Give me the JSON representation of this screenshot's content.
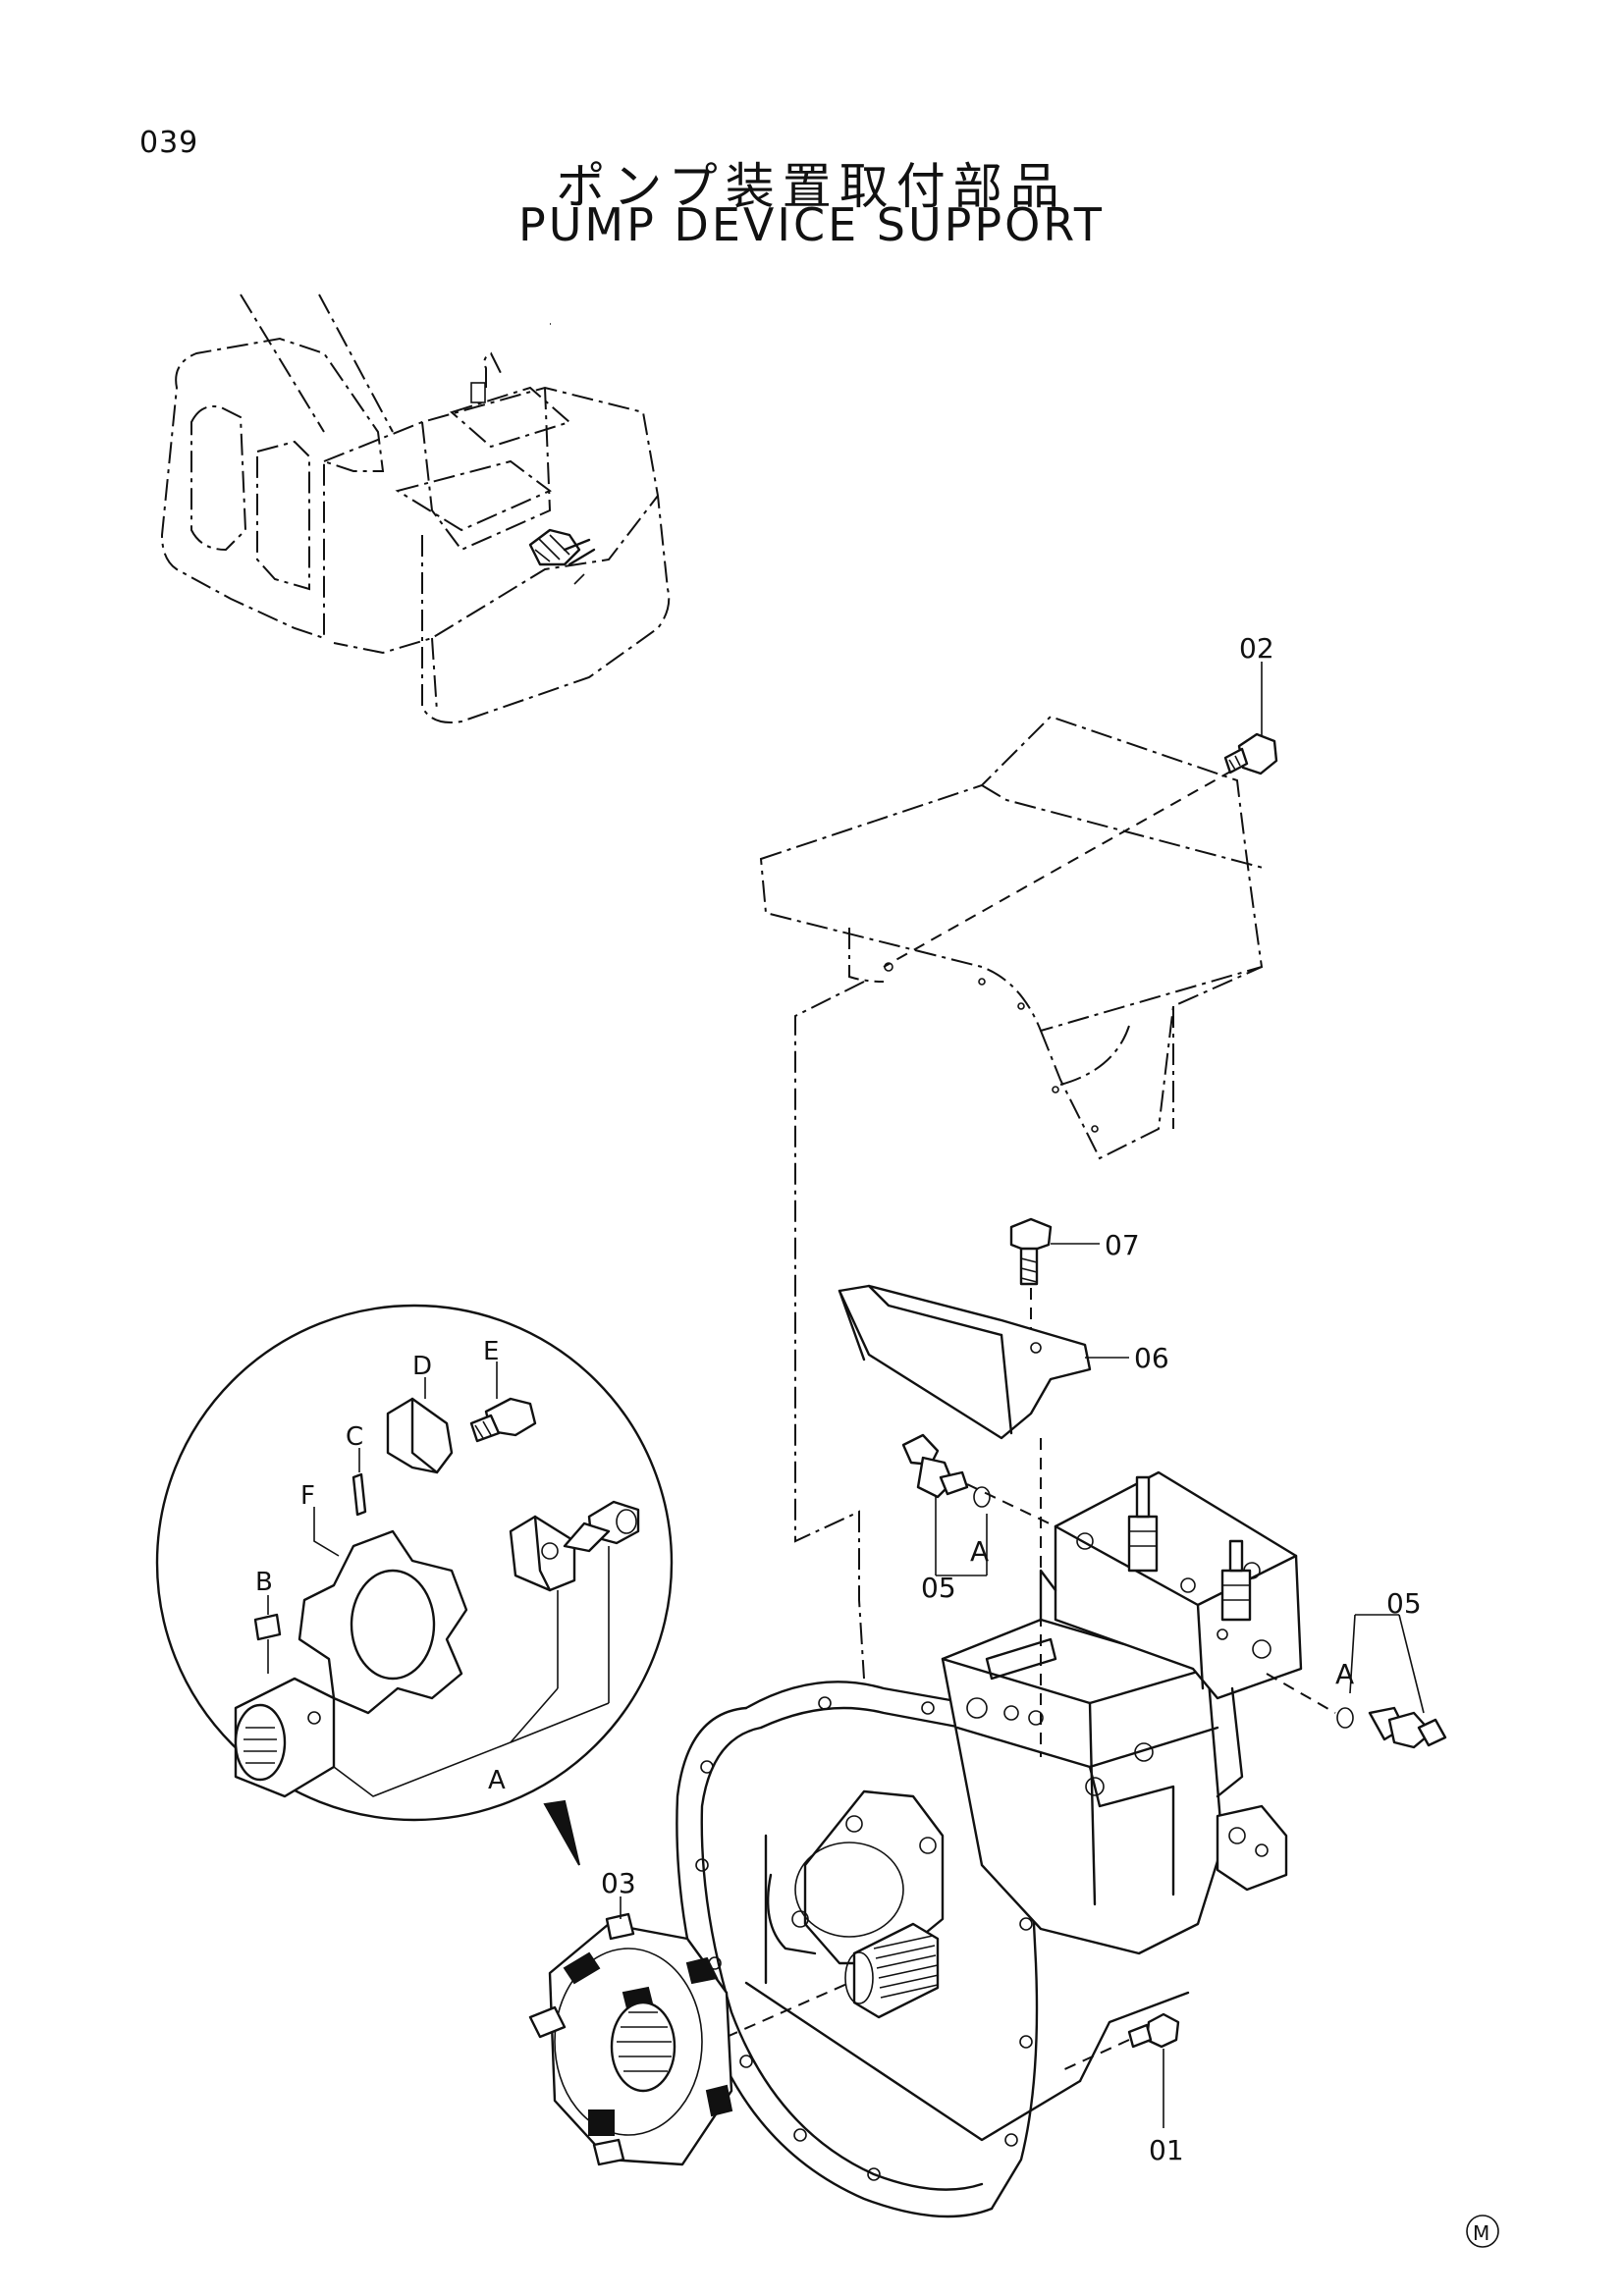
{
  "page": {
    "number": "039",
    "title_jp": "ポンプ装置取付部品",
    "title_en": "PUMP DEVICE SUPPORT",
    "mark": "M"
  },
  "callouts": {
    "p01": "01",
    "p02": "02",
    "p03": "03",
    "p05_left": "05",
    "p05_right": "05",
    "p06": "06",
    "p07": "07"
  },
  "detail": {
    "A": "A",
    "B": "B",
    "C": "C",
    "D": "D",
    "E": "E",
    "F": "F"
  },
  "refs": {
    "A_left": "A",
    "A_right": "A"
  }
}
